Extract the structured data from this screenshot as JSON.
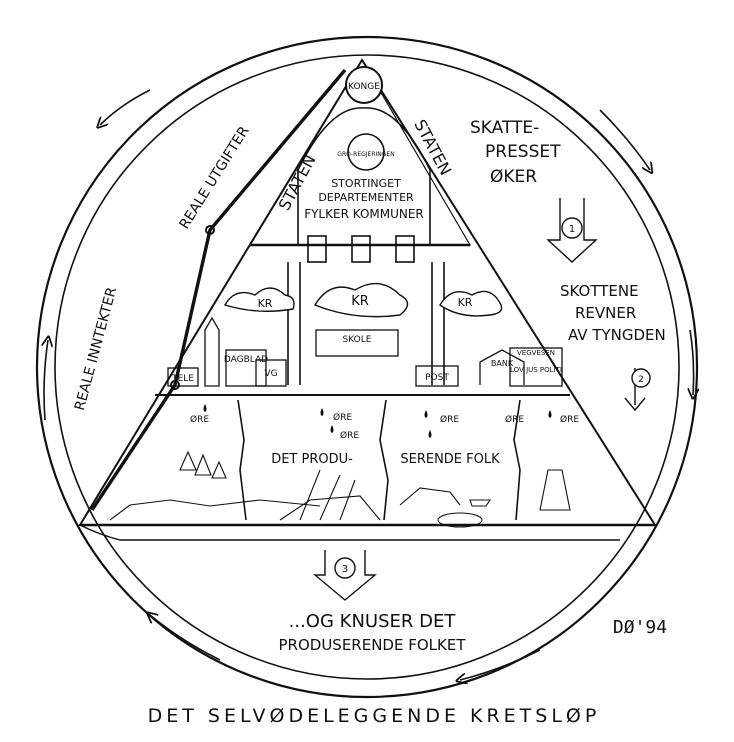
{
  "title": "DET SELVØDELEGGENDE KRETSLØP",
  "signature": "DØ'94",
  "apex": {
    "label": "KONGE"
  },
  "triangle": {
    "left_side_label": "STATEN",
    "right_side_label": "STATEN"
  },
  "government": {
    "seal_label": "GRO-REGJERINGEN",
    "lines": [
      "STORTINGET",
      "DEPARTEMENTER",
      "FYLKER KOMMUNER"
    ]
  },
  "clouds": [
    "KR",
    "KR",
    "KR"
  ],
  "institutions": {
    "tele": "TELE",
    "dagblad": "DAGBLAD",
    "vg": "VG",
    "skole": "SKOLE",
    "post": "POST",
    "bank": "BANK",
    "vegvesen": "VEGVESEN",
    "lov": "LOV JUS POLITI"
  },
  "drops": [
    "ØRE",
    "ØRE",
    "ØRE",
    "ØRE",
    "ØRE",
    "ØRE"
  ],
  "people_label_left": "DET PRODU-",
  "people_label_right": "SERENDE FOLK",
  "left_labels": {
    "upper": "REALE UTGIFTER",
    "lower": "REALE INNTEKTER"
  },
  "steps": [
    {
      "num": "1",
      "text_lines": [
        "SKATTE-",
        "PRESSET",
        "ØKER"
      ]
    },
    {
      "num": "2",
      "text_lines": [
        "SKOTTENE",
        "REVNER",
        "AV TYNGDEN"
      ]
    },
    {
      "num": "3",
      "text_lines": [
        "...OG KNUSER DET",
        "PRODUSERENDE FOLKET"
      ]
    }
  ]
}
